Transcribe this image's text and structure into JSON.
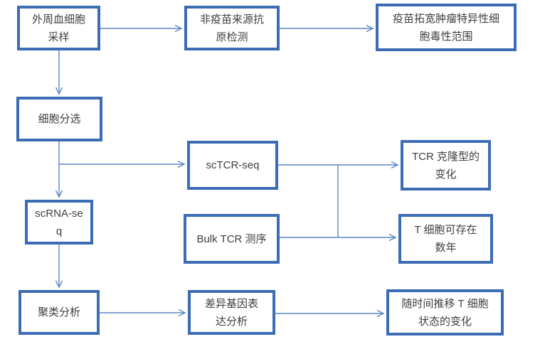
{
  "diagram": {
    "colors": {
      "box_border": "#3C6CB4",
      "connector": "#5B87C5",
      "text": "#3F3F3F",
      "background": "#FFFFFF"
    },
    "nodes": {
      "sampling": {
        "label": "外周血细胞\n采样"
      },
      "antigen": {
        "label": "非疫苗来源抗\n原检测"
      },
      "vaccine": {
        "label": "疫苗拓宽肿瘤特异性细\n胞毒性范围"
      },
      "sorting": {
        "label": "细胞分选"
      },
      "sctcr": {
        "label": "scTCR-seq"
      },
      "clonotype": {
        "label": "TCR 克隆型的\n变化"
      },
      "scrna": {
        "label": "scRNA-se\nq"
      },
      "bulk": {
        "label": "Bulk TCR 测序"
      },
      "persist": {
        "label": "T 细胞可存在\n数年"
      },
      "clustering": {
        "label": "聚类分析"
      },
      "deg": {
        "label": "差异基因表\n达分析"
      },
      "state": {
        "label": "随时间推移 T 细胞\n状态的变化"
      }
    },
    "edges": [
      {
        "from": "sampling",
        "to": "antigen",
        "arrow": true
      },
      {
        "from": "antigen",
        "to": "vaccine",
        "arrow": true
      },
      {
        "from": "sampling",
        "to": "sorting",
        "arrow": true
      },
      {
        "from": "sorting",
        "to": "sctcr",
        "arrow": true
      },
      {
        "from": "sorting",
        "to": "scrna",
        "arrow": true
      },
      {
        "from": "sctcr",
        "to": "clonotype",
        "arrow": true
      },
      {
        "from": "bulk",
        "to": "persist",
        "arrow": true
      },
      {
        "from": "sctcr",
        "to": "bulk",
        "arrow": false,
        "type": "cross-link"
      },
      {
        "from": "scrna",
        "to": "clustering",
        "arrow": true
      },
      {
        "from": "clustering",
        "to": "deg",
        "arrow": true
      },
      {
        "from": "deg",
        "to": "state",
        "arrow": true
      }
    ]
  }
}
